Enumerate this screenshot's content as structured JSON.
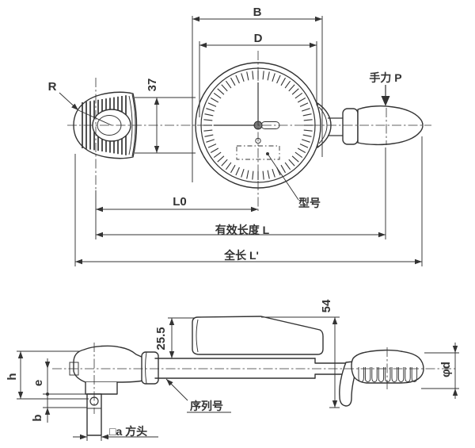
{
  "labels": {
    "b_dim": "B",
    "d_dim": "D",
    "width_37": "37",
    "radius_r": "R",
    "hand_force": "手力 P",
    "model": "型号",
    "l0": "L0",
    "effective_length": "有效长度 L",
    "overall_length": "全长 L'",
    "height_25_5": "25.5",
    "height_54": "54",
    "handle_dia": "φd",
    "head_height": "h",
    "offset_e": "e",
    "offset_b": "b",
    "square_head": "□a 方头",
    "serial_number": "序列号"
  },
  "colors": {
    "line": "#333333",
    "background": "#ffffff"
  }
}
